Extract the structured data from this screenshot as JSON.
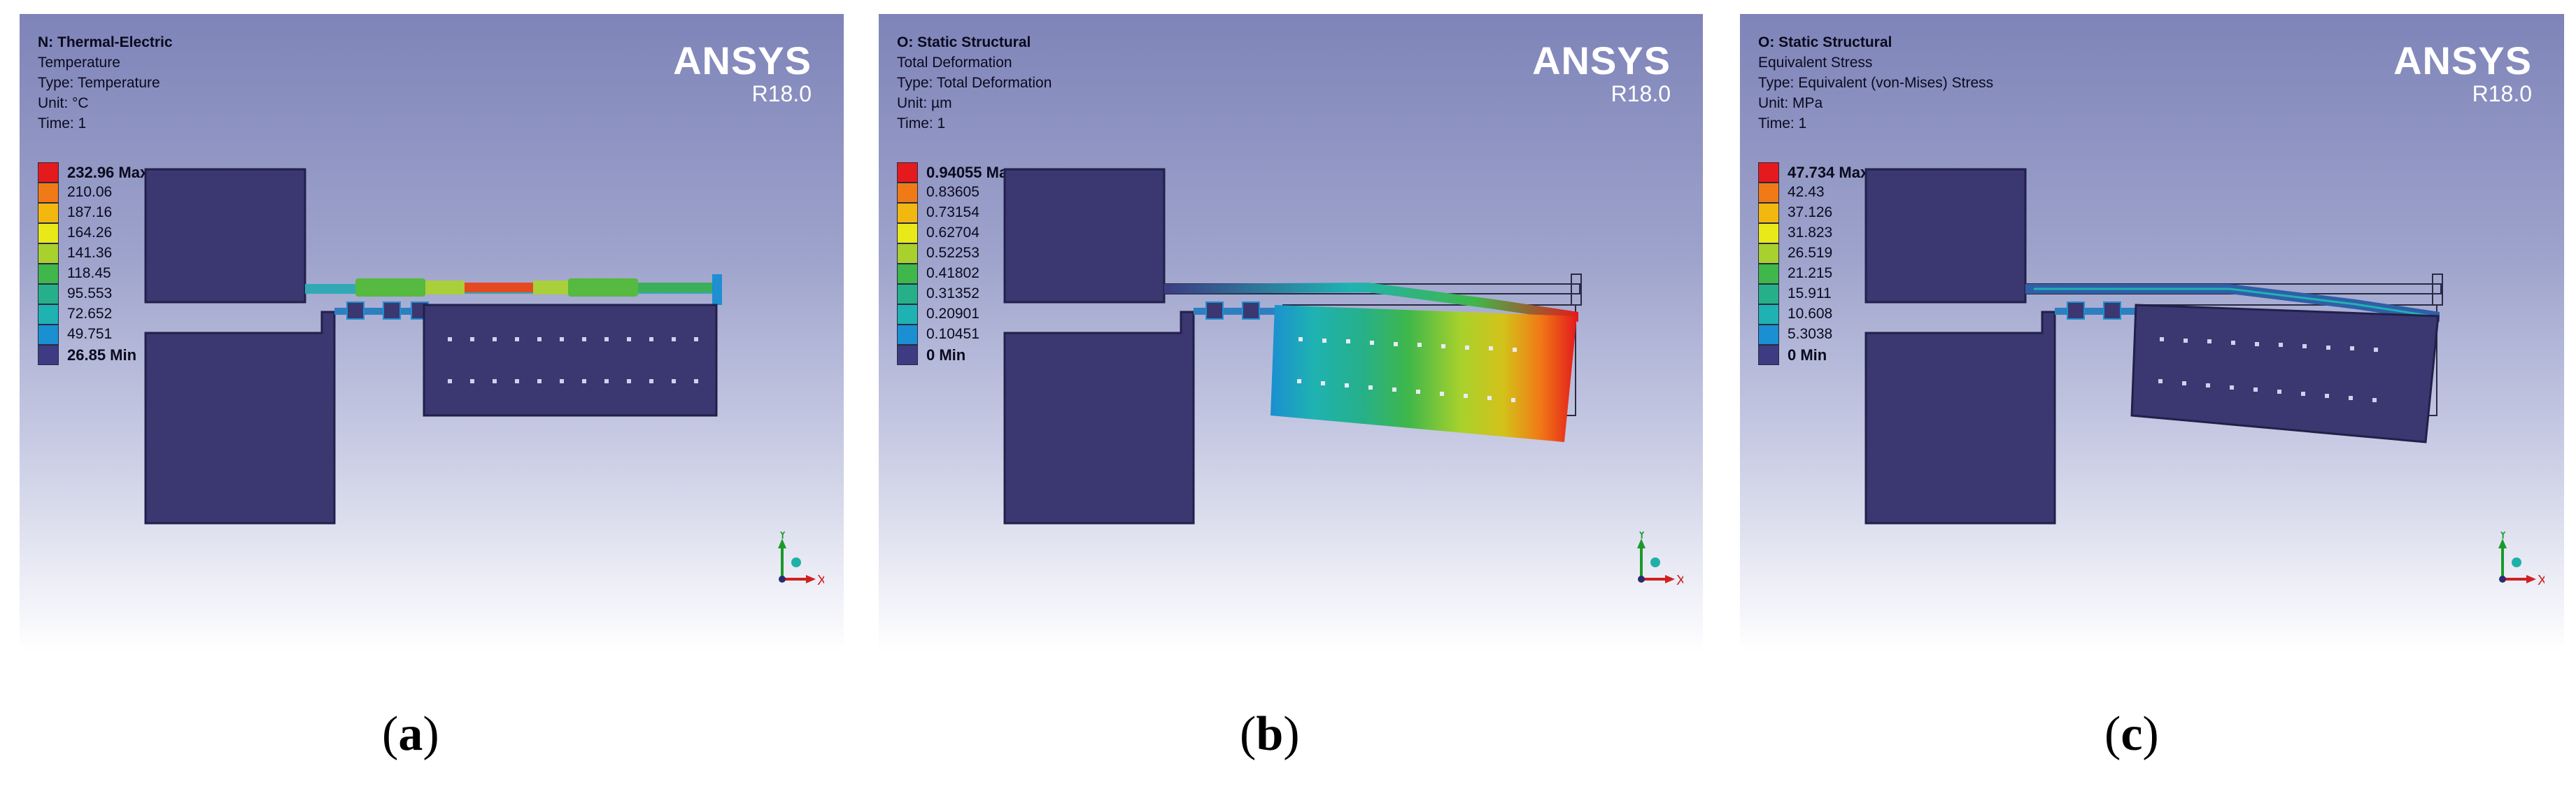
{
  "panels": [
    {
      "id": "a",
      "header": [
        "N: Thermal-Electric",
        "Temperature",
        "Type: Temperature",
        "Unit: °C",
        "Time: 1"
      ],
      "brand": {
        "name": "ANSYS",
        "version": "R18.0"
      },
      "legend": [
        "232.96 Max",
        "210.06",
        "187.16",
        "164.26",
        "141.36",
        "118.45",
        "95.553",
        "72.652",
        "49.751",
        "26.85 Min"
      ],
      "caption": "a"
    },
    {
      "id": "b",
      "header": [
        "O: Static Structural",
        "Total Deformation",
        "Type: Total Deformation",
        "Unit: µm",
        "Time: 1"
      ],
      "brand": {
        "name": "ANSYS",
        "version": "R18.0"
      },
      "legend": [
        "0.94055 Max",
        "0.83605",
        "0.73154",
        "0.62704",
        "0.52253",
        "0.41802",
        "0.31352",
        "0.20901",
        "0.10451",
        "0 Min"
      ],
      "caption": "b"
    },
    {
      "id": "c",
      "header": [
        "O: Static Structural",
        "Equivalent Stress",
        "Type: Equivalent (von-Mises) Stress",
        "Unit: MPa",
        "Time: 1"
      ],
      "brand": {
        "name": "ANSYS",
        "version": "R18.0"
      },
      "legend": [
        "47.734 Max",
        "42.43",
        "37.126",
        "31.823",
        "26.519",
        "21.215",
        "15.911",
        "10.608",
        "5.3038",
        "0 Min"
      ],
      "caption": "c"
    }
  ],
  "axes": {
    "x": "X",
    "y": "Y"
  },
  "colors": {
    "legend_scale": [
      "#e41a1c",
      "#f07a16",
      "#f2b80f",
      "#e9e91a",
      "#a8d12d",
      "#3fb74a",
      "#26b08a",
      "#1fb2b2",
      "#1a8fd1",
      "#3d3b82"
    ],
    "device": "#3b3771"
  }
}
